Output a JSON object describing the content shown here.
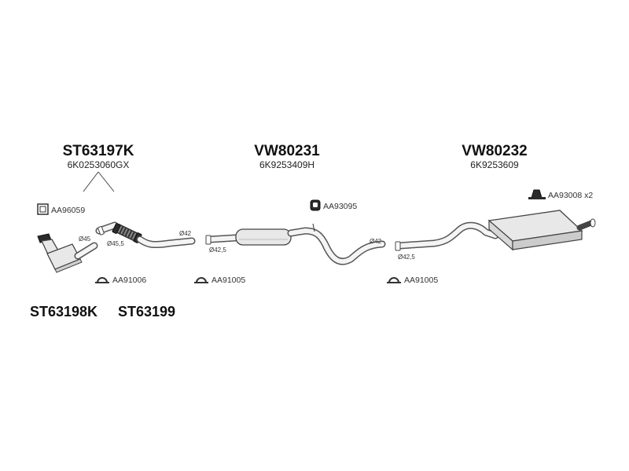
{
  "assemblies": [
    {
      "code": "ST63197K",
      "oem": "6K0253060GX"
    },
    {
      "code": "VW80231",
      "oem": "6K9253409H"
    },
    {
      "code": "VW80232",
      "oem": "6K9253609"
    }
  ],
  "accessories": {
    "gasket": "AA96059",
    "rubber_hanger": "AA93095",
    "mount_pair": "AA93008 x2",
    "clamp_front": "AA91006",
    "clamp_mid": "AA91005",
    "clamp_rear": "AA91005"
  },
  "dimensions": {
    "cat_inlet": "Ø45",
    "flex_outlet": "Ø45,5",
    "front_pipe_end": "Ø42",
    "mid_inlet": "Ø42,5",
    "mid_outlet": "Ø42",
    "rear_inlet": "Ø42,5"
  },
  "bottom_codes": [
    "ST63198K",
    "ST63199"
  ]
}
